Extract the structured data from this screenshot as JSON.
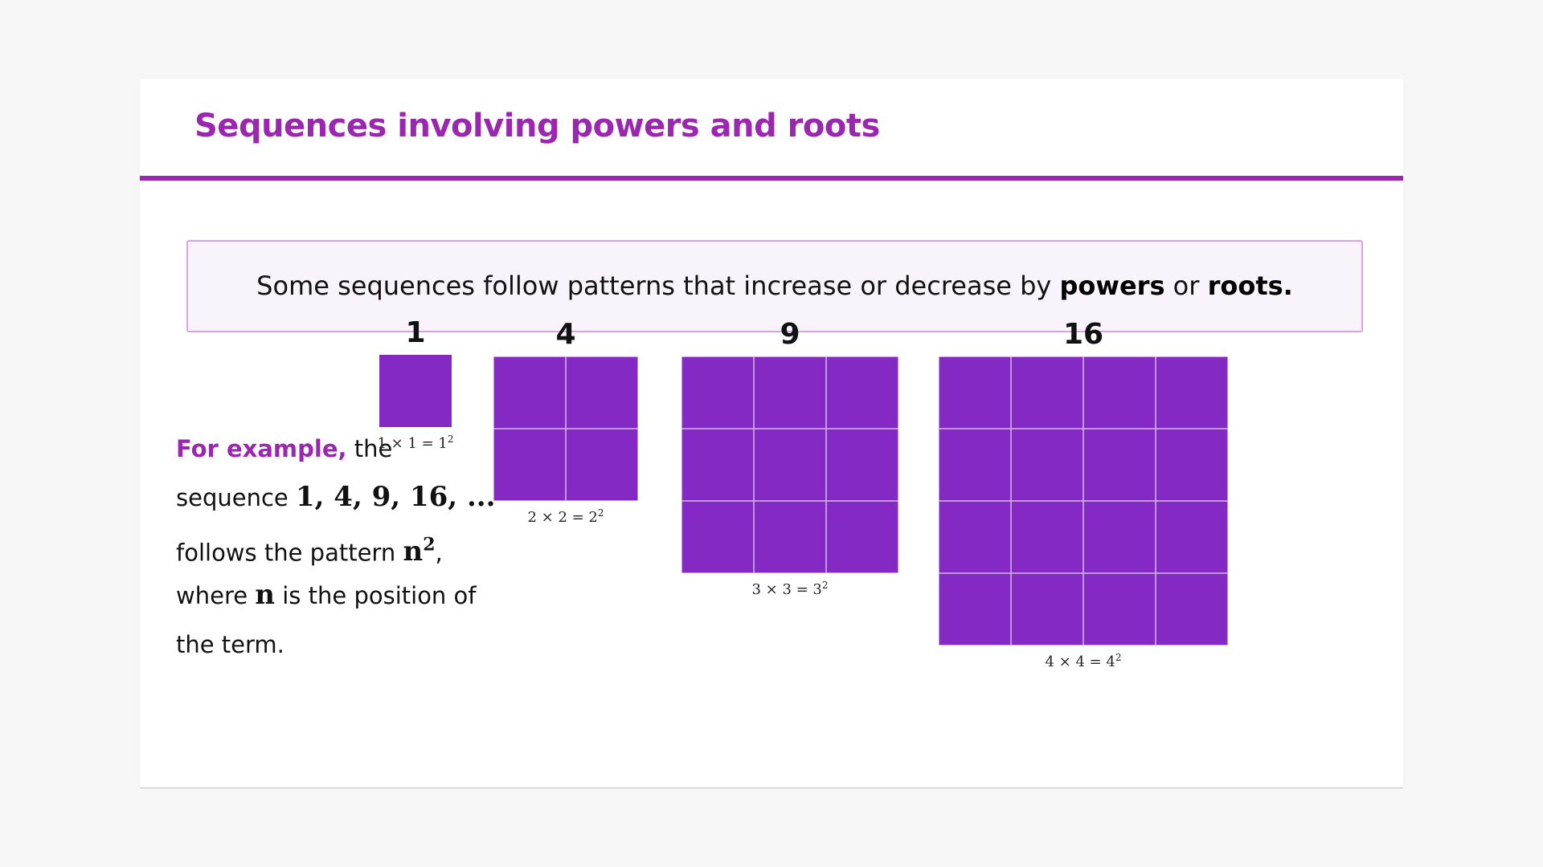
{
  "slide": {
    "title": "Sequences involving powers and roots",
    "callout": {
      "text_before": "Some sequences follow patterns that increase or decrease by ",
      "bold1": "powers",
      "text_mid": " or ",
      "bold2": "roots."
    },
    "explanation": {
      "lead": "For example,",
      "lead_rest": " the",
      "line2_text": "sequence ",
      "line2_math": "1, 4, 9, 16, ...",
      "line3_text": "follows the pattern ",
      "line3_math_base": "n",
      "line3_math_exp": "2",
      "line3_tail": ",",
      "line4_text_a": "where ",
      "line4_math": "n",
      "line4_text_b": " is the position of",
      "line5_text": "the term."
    },
    "squares": [
      {
        "label": "1",
        "n": 1,
        "caption_lhs": "1 × 1 = 1",
        "caption_exp": "2"
      },
      {
        "label": "4",
        "n": 2,
        "caption_lhs": "2 × 2 = 2",
        "caption_exp": "2"
      },
      {
        "label": "9",
        "n": 3,
        "caption_lhs": "3 × 3 = 3",
        "caption_exp": "2"
      },
      {
        "label": "16",
        "n": 4,
        "caption_lhs": "4 × 4 = 4",
        "caption_exp": "2"
      }
    ],
    "colors": {
      "accent": "#9b27b0",
      "square_fill": "#8429c4",
      "callout_bg": "#f9f3fb",
      "callout_border": "#d8a2e4"
    }
  }
}
